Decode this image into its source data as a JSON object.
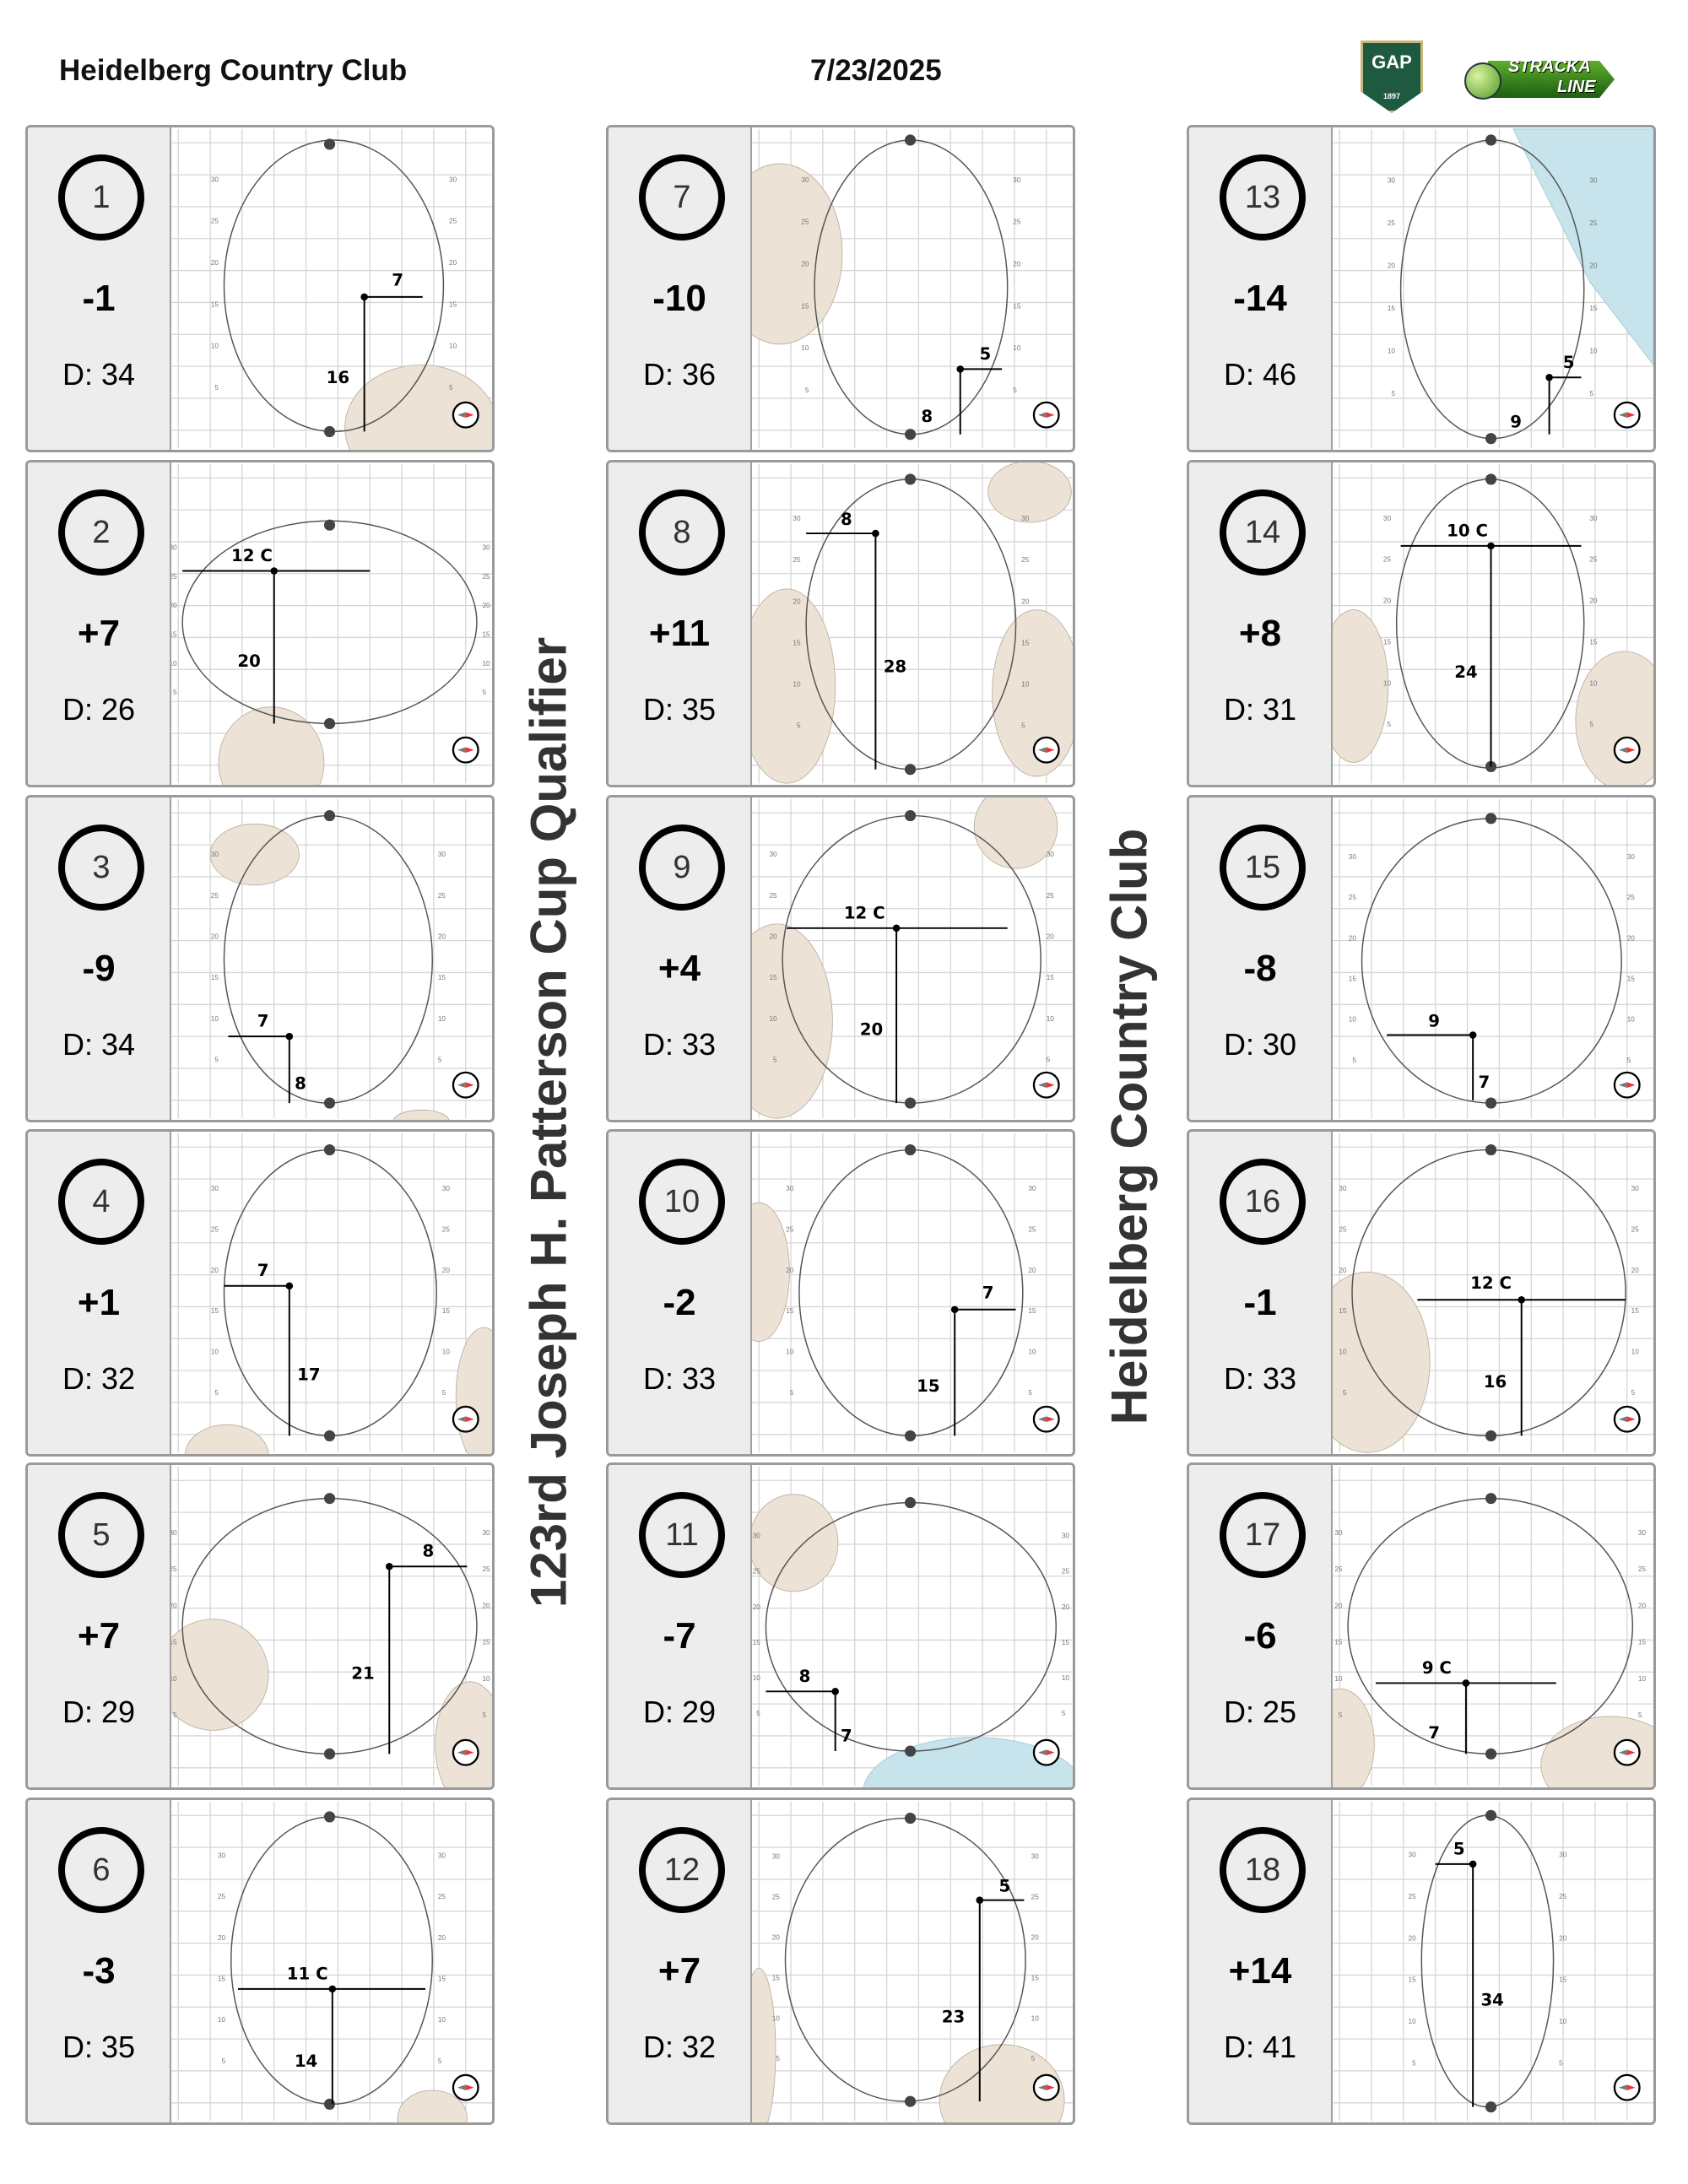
{
  "header": {
    "club": "Heidelberg Country Club",
    "date": "7/23/2025"
  },
  "logos": {
    "gap": "GAP",
    "gap_year": "1897",
    "stracka": "STRACKA",
    "line": "LINE"
  },
  "vertical_titles": {
    "event": "123rd Joseph H. Patterson Cup Qualifier",
    "club": "Heidelberg Country Club"
  },
  "contour_marks": [
    "5",
    "10",
    "15",
    "20",
    "25",
    "30"
  ],
  "colors": {
    "bunker": "#ece2d6",
    "water": "#c7e3ec",
    "panel": "#ededed"
  },
  "holes": [
    {
      "number": "1",
      "score": "-1",
      "depth": "D: 34",
      "across": "7",
      "down": "16"
    },
    {
      "number": "2",
      "score": "+7",
      "depth": "D: 26",
      "across": "12 C",
      "down": "20"
    },
    {
      "number": "3",
      "score": "-9",
      "depth": "D: 34",
      "across": "7",
      "down": "8"
    },
    {
      "number": "4",
      "score": "+1",
      "depth": "D: 32",
      "across": "7",
      "down": "17"
    },
    {
      "number": "5",
      "score": "+7",
      "depth": "D: 29",
      "across": "8",
      "down": "21"
    },
    {
      "number": "6",
      "score": "-3",
      "depth": "D: 35",
      "across": "11 C",
      "down": "14"
    },
    {
      "number": "7",
      "score": "-10",
      "depth": "D: 36",
      "across": "5",
      "down": "8"
    },
    {
      "number": "8",
      "score": "+11",
      "depth": "D: 35",
      "across": "8",
      "down": "28"
    },
    {
      "number": "9",
      "score": "+4",
      "depth": "D: 33",
      "across": "12 C",
      "down": "20"
    },
    {
      "number": "10",
      "score": "-2",
      "depth": "D: 33",
      "across": "7",
      "down": "15"
    },
    {
      "number": "11",
      "score": "-7",
      "depth": "D: 29",
      "across": "8",
      "down": "7"
    },
    {
      "number": "12",
      "score": "+7",
      "depth": "D: 32",
      "across": "5",
      "down": "23"
    },
    {
      "number": "13",
      "score": "-14",
      "depth": "D: 46",
      "across": "5",
      "down": "9"
    },
    {
      "number": "14",
      "score": "+8",
      "depth": "D: 31",
      "across": "10 C",
      "down": "24"
    },
    {
      "number": "15",
      "score": "-8",
      "depth": "D: 30",
      "across": "9",
      "down": "7"
    },
    {
      "number": "16",
      "score": "-1",
      "depth": "D: 33",
      "across": "12 C",
      "down": "16"
    },
    {
      "number": "17",
      "score": "-6",
      "depth": "D: 25",
      "across": "9 C",
      "down": "7"
    },
    {
      "number": "18",
      "score": "+14",
      "depth": "D: 41",
      "across": "5",
      "down": "34"
    }
  ]
}
